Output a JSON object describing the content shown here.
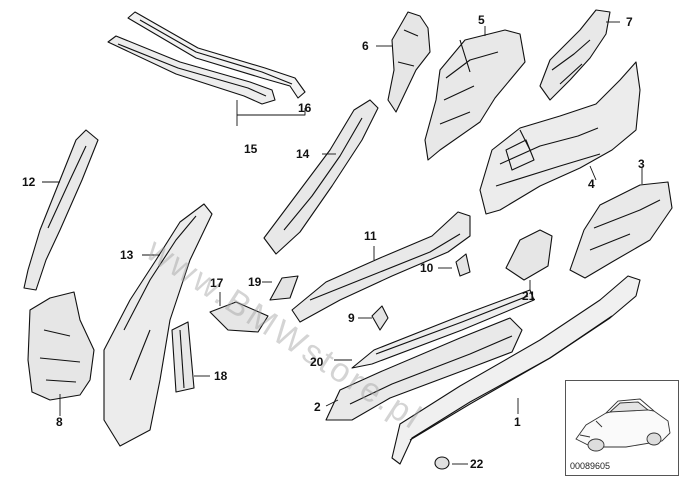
{
  "watermark": "www.BMWstore.pl",
  "inset_code": "00089605",
  "callouts": {
    "c1": "1",
    "c2": "2",
    "c3": "3",
    "c4": "4",
    "c5": "5",
    "c6": "6",
    "c7": "7",
    "c8": "8",
    "c9": "9",
    "c10": "10",
    "c11": "11",
    "c12": "12",
    "c13": "13",
    "c14": "14",
    "c15": "15",
    "c16": "16",
    "c17": "17",
    "c18": "18",
    "c19": "19",
    "c20": "20",
    "c21": "21",
    "c22": "22"
  }
}
